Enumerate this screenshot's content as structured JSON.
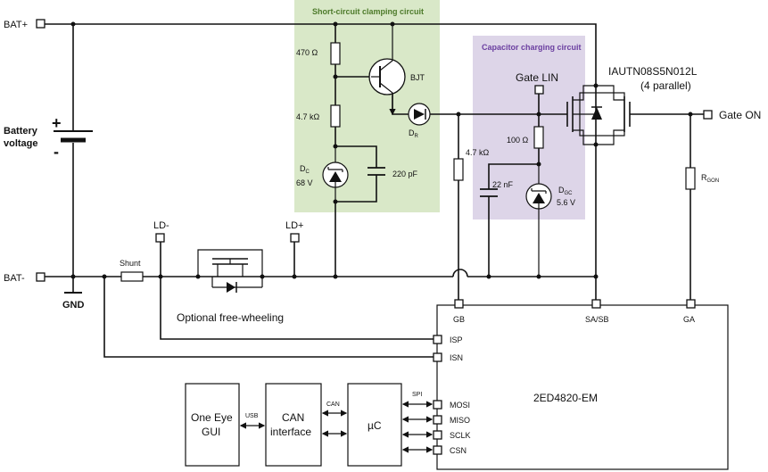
{
  "regions": {
    "clamping": {
      "title": "Short-circuit clamping circuit",
      "color": "#d9e8c8"
    },
    "charging": {
      "title": "Capacitor charging circuit",
      "color": "#ddd5e8"
    }
  },
  "labels": {
    "bat_plus": "BAT+",
    "bat_minus": "BAT-",
    "battery_voltage_1": "Battery",
    "battery_voltage_2": "voltage",
    "battery_plus_sign": "+",
    "battery_minus_sign": "-",
    "gnd": "GND",
    "shunt": "Shunt",
    "ld_minus": "LD-",
    "ld_plus": "LD+",
    "optional_freewheeling": "Optional free-wheeling",
    "r470": "470 Ω",
    "r47k_a": "4.7 kΩ",
    "r47k_b": "4.7 kΩ",
    "bjt": "BJT",
    "dr": "D",
    "dr_sub": "R",
    "dc": "D",
    "dc_sub": "C",
    "dc_v": "68 V",
    "c220": "220 pF",
    "gate_lin": "Gate LIN",
    "r100": "100 Ω",
    "c22n": "22 nF",
    "dgc": "D",
    "dgc_sub": "GC",
    "dgc_v": "5.6 V",
    "mosfet_name": "IAUTN08S5N012L",
    "mosfet_count": "(4 parallel)",
    "gate_on": "Gate ON",
    "rgon": "R",
    "rgon_sub": "GON"
  },
  "driver": {
    "name": "2ED4820-EM",
    "pins_top": [
      "GB",
      "SA/SB",
      "GA"
    ],
    "pins_left": [
      "ISP",
      "ISN",
      "MOSI",
      "MISO",
      "SCLK",
      "CSN"
    ]
  },
  "blocks": {
    "gui_line1": "One Eye",
    "gui_line2": "GUI",
    "can_line1": "CAN",
    "can_line2": "interface",
    "uc": "µC",
    "usb": "USB",
    "can": "CAN",
    "spi": "SPI"
  }
}
